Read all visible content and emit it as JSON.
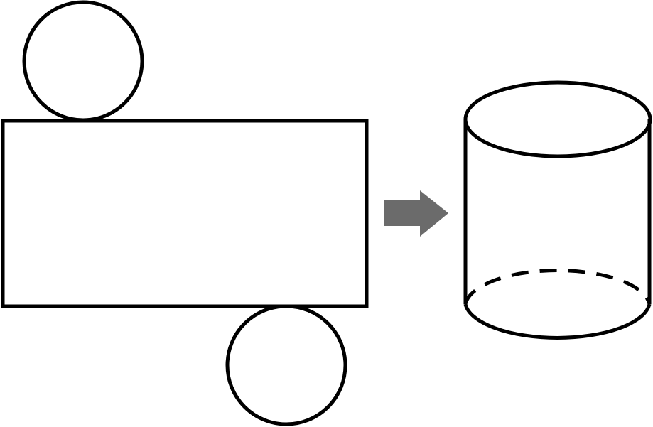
{
  "diagram": {
    "net": {
      "top_face": "circle",
      "lateral_face": "rectangle",
      "bottom_face": "circle"
    },
    "transform_arrow": "arrow-right-icon",
    "solid": "cylinder",
    "colors": {
      "stroke": "#000000",
      "fill": "#ffffff",
      "arrow": "#6b6b6b",
      "background": "#ffffff"
    }
  }
}
